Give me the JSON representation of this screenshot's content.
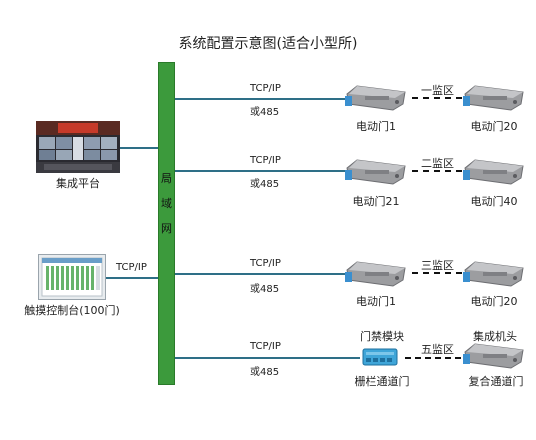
{
  "title": "系统配置示意图(适合小型所)",
  "bus": {
    "chars": [
      "局",
      "域",
      "网"
    ]
  },
  "left": {
    "platform_label": "集成平台",
    "console_label": "触摸控制台(100门)",
    "console_link_label": "TCP/IP"
  },
  "rows": [
    {
      "proto1": "TCP/IP",
      "proto2": "或485",
      "zone": "一监区",
      "dev_left": "电动门1",
      "dev_right": "电动门20"
    },
    {
      "proto1": "TCP/IP",
      "proto2": "或485",
      "zone": "二监区",
      "dev_left": "电动门21",
      "dev_right": "电动门40"
    },
    {
      "proto1": "TCP/IP",
      "proto2": "或485",
      "zone": "三监区",
      "dev_left": "电动门1",
      "dev_right": "电动门20"
    },
    {
      "proto1": "TCP/IP",
      "proto2": "或485",
      "zone": "五监区",
      "dev_left_top": "门禁模块",
      "dev_left": "栅栏通道门",
      "dev_right_top": "集成机头",
      "dev_right": "复合通道门"
    }
  ]
}
